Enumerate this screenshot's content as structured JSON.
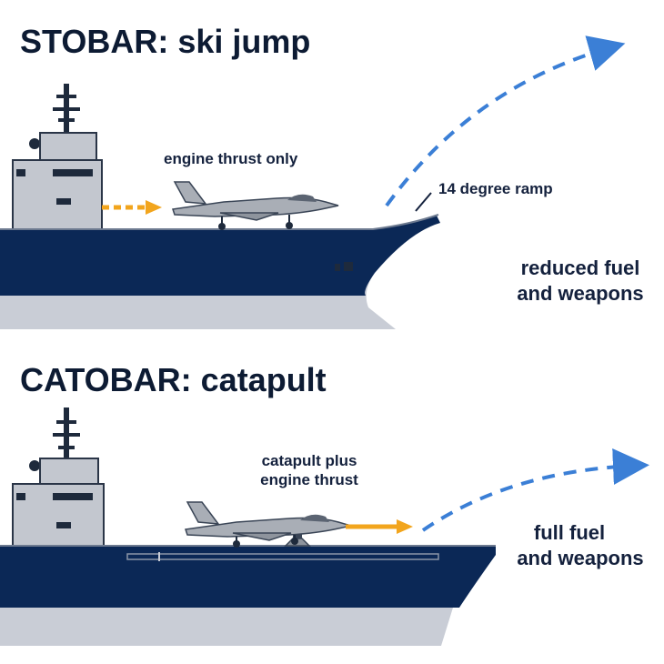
{
  "top": {
    "title": "STOBAR: ski jump",
    "thrust_label": "engine thrust only",
    "ramp_label": "14 degree ramp",
    "payload_line1": "reduced fuel",
    "payload_line2": "and weapons"
  },
  "bottom": {
    "title": "CATOBAR: catapult",
    "thrust_line1": "catapult plus",
    "thrust_line2": "engine thrust",
    "payload_line1": "full fuel",
    "payload_line2": "and weapons"
  },
  "colors": {
    "hull": "#0b2856",
    "hull_lower": "#c9cdd6",
    "island": "#b9bec8",
    "thrust_arrow": "#f2a51d",
    "trajectory": "#3b7fd6",
    "aircraft": "#a9aeb6"
  }
}
